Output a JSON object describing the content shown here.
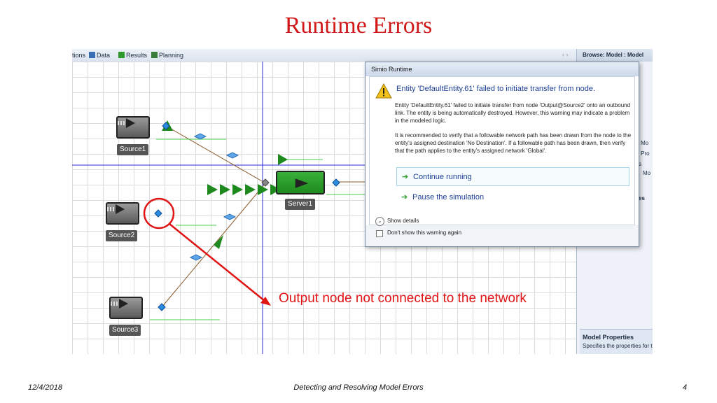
{
  "slide": {
    "title": "Runtime Errors",
    "annotation": "Output node not connected to the network",
    "footer_date": "12/4/2018",
    "footer_center": "Detecting and Resolving Model Errors",
    "footer_page": "4"
  },
  "tabs": [
    {
      "label": "tions",
      "icon": "none"
    },
    {
      "label": "Data",
      "icon": "table-icon"
    },
    {
      "label": "Results",
      "icon": "results-icon"
    },
    {
      "label": "Planning",
      "icon": "planning-icon"
    }
  ],
  "model": {
    "source1_label": "Source1",
    "source2_label": "Source2",
    "source3_label": "Source3",
    "server1_label": "Server1"
  },
  "right_panel": {
    "header": "Browse: Model : Model",
    "frag1": "ed Mo",
    "frag2": "ed Pro",
    "frag3": "s",
    "frag4": "Mo",
    "frag5": "es",
    "model_props_title": "Model Properties",
    "model_props_desc": "Specifies the properties for t"
  },
  "dialog": {
    "title": "Simio Runtime",
    "heading": "Entity 'DefaultEntity.61' failed to initiate transfer from node.",
    "para1": "Entity 'DefaultEntity.61' failed to initiate transfer from node 'Output@Source2' onto an outbound link. The entity is being automatically destroyed. However, this warning may indicate a problem in the modeled logic.",
    "para2": "It is recommended to verify that a followable network path has been drawn from the node to the entity's assigned destination 'No Destination'. If a followable path has been drawn, then verify that the path applies to the entity's assigned network 'Global'.",
    "continue_label": "Continue running",
    "pause_label": "Pause the simulation",
    "show_details": "Show details",
    "dont_show": "Don't show this warning again"
  },
  "colors": {
    "title_red": "#d01818",
    "entity_green": "#1e8a1e",
    "node_blue": "#2b8ce0",
    "dialog_blue": "#1c3f94"
  }
}
